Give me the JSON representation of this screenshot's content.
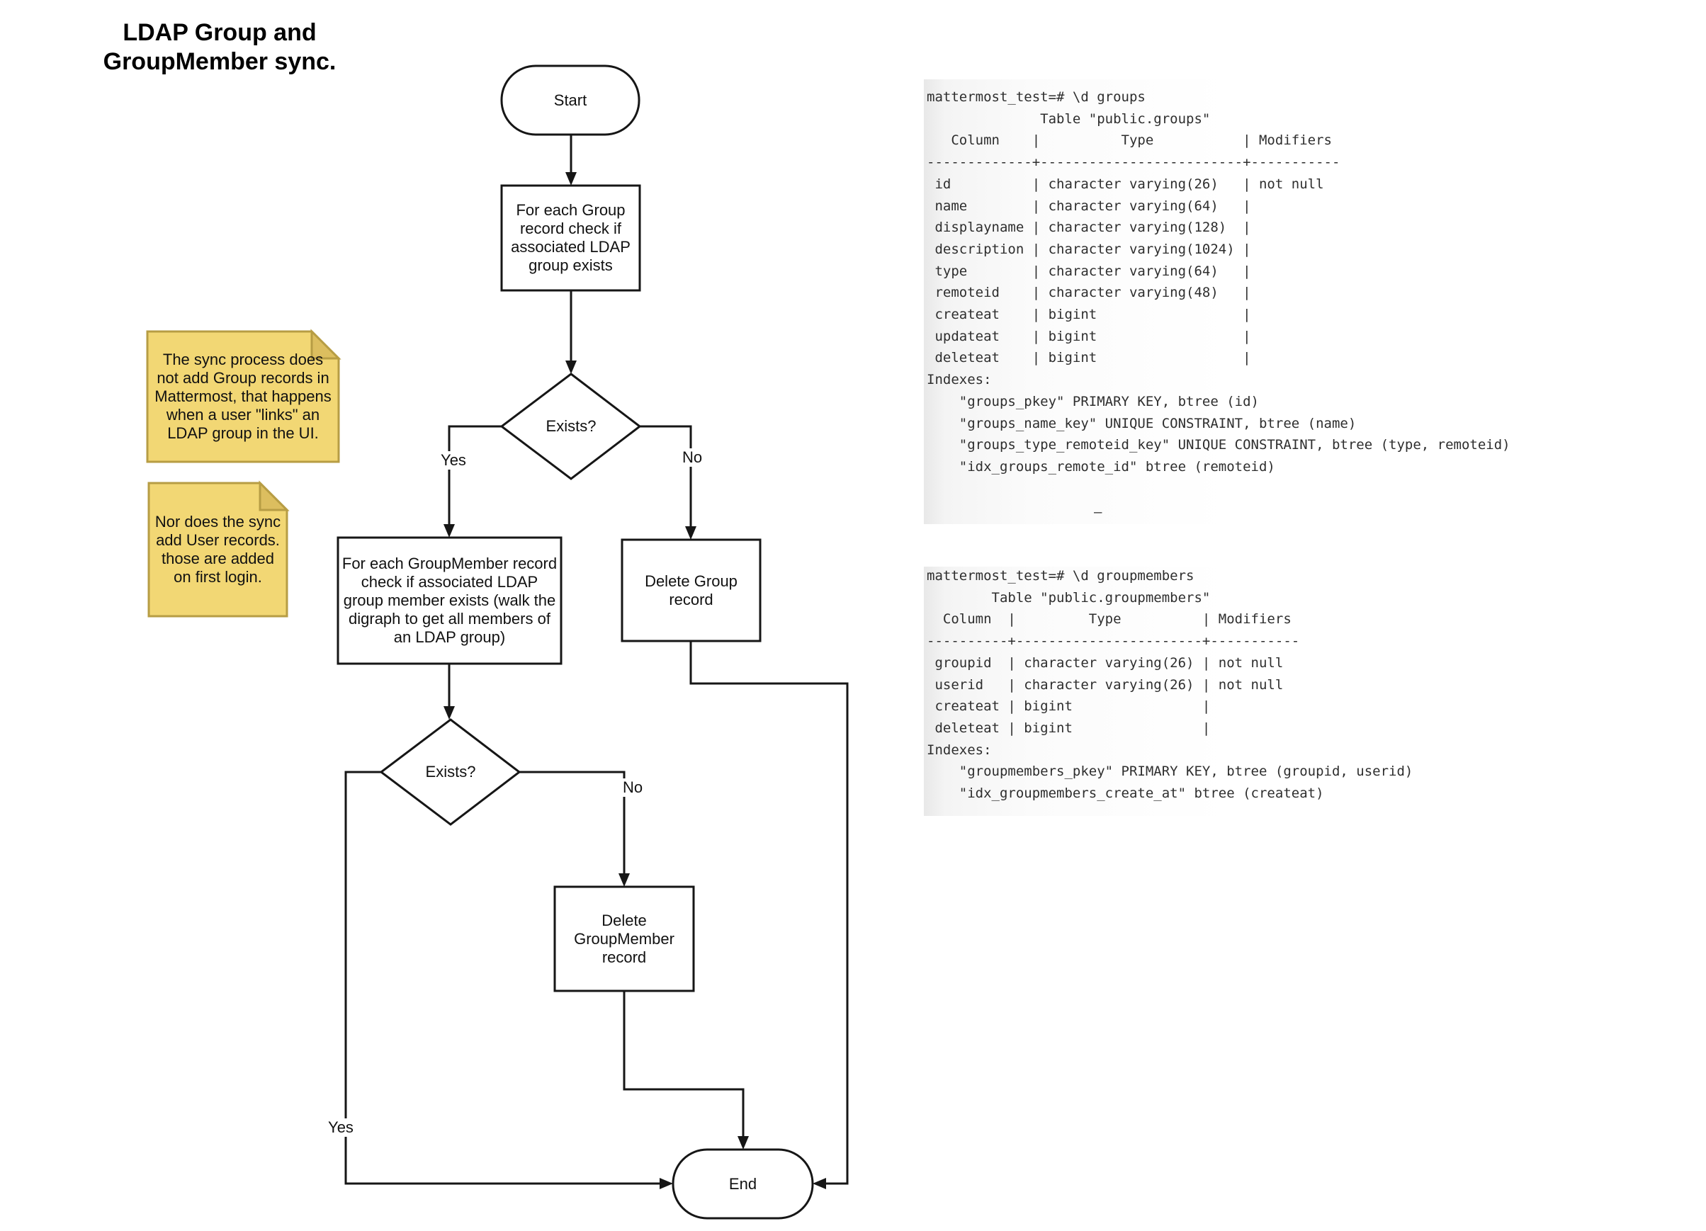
{
  "title": "LDAP Group and\nGroupMember sync.",
  "flowchart": {
    "start": "Start",
    "check_group": "For each Group\nrecord check if\nassociated LDAP\ngroup exists",
    "exists_group": "Exists?",
    "yes1": "Yes",
    "no1": "No",
    "check_member": "For each GroupMember record\ncheck if associated LDAP\ngroup member exists (walk the\ndigraph to get all members of\nan LDAP group)",
    "delete_group": "Delete Group\nrecord",
    "exists_member": "Exists?",
    "yes2": "Yes",
    "no2": "No",
    "delete_member": "Delete\nGroupMember\nrecord",
    "end": "End"
  },
  "notes": {
    "note1": "The sync process does\nnot add Group records in\nMattermost, that happens\nwhen a user \"links\" an\nLDAP group in the UI.",
    "note2": "Nor does the sync\nadd User records.\nthose are added\non first login."
  },
  "terminals": {
    "groups": "mattermost_test=# \\d groups\n              Table \"public.groups\"\n   Column    |          Type           | Modifiers\n-------------+-------------------------+-----------\n id          | character varying(26)   | not null\n name        | character varying(64)   | \n displayname | character varying(128)  | \n description | character varying(1024) | \n type        | character varying(64)   | \n remoteid    | character varying(48)   | \n createat    | bigint                  | \n updateat    | bigint                  | \n deleteat    | bigint                  | \nIndexes:\n    \"groups_pkey\" PRIMARY KEY, btree (id)\n    \"groups_name_key\" UNIQUE CONSTRAINT, btree (name)\n    \"groups_type_remoteid_key\" UNIQUE CONSTRAINT, btree (type, remoteid)\n    \"idx_groups_remote_id\" btree (remoteid)",
    "groupmembers": "mattermost_test=# \\d groupmembers\n        Table \"public.groupmembers\"\n  Column  |         Type          | Modifiers\n----------+-----------------------+-----------\n groupid  | character varying(26) | not null\n userid   | character varying(26) | not null\n createat | bigint                | \n deleteat | bigint                | \nIndexes:\n    \"groupmembers_pkey\" PRIMARY KEY, btree (groupid, userid)\n    \"idx_groupmembers_create_at\" btree (createat)",
    "stray_dash": "–"
  },
  "colors": {
    "line": "#161616",
    "note_fill": "#F2D774",
    "note_border": "#B79D44",
    "note_fold": "#DCBE5F",
    "terminal_bg": "#ECECEC"
  }
}
